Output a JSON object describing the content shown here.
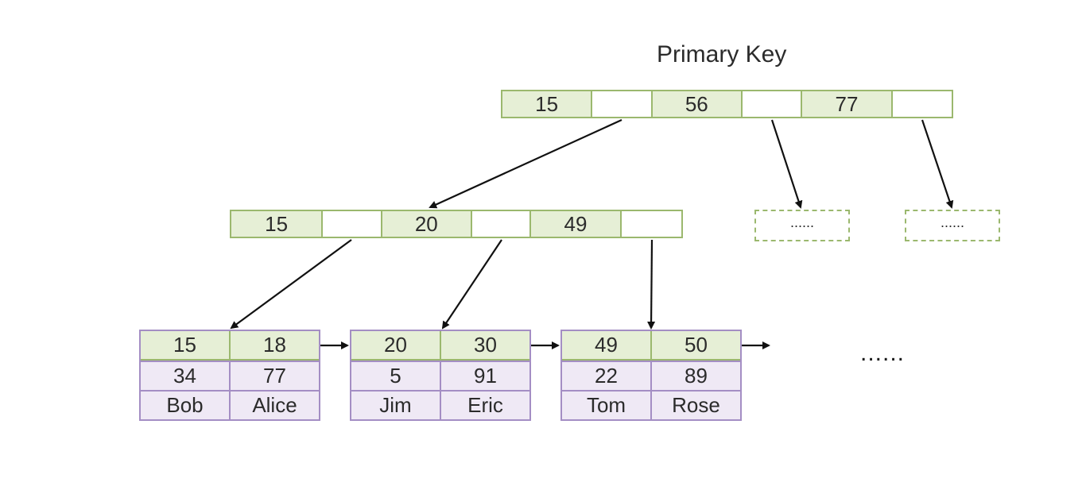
{
  "title": "Primary Key",
  "root": {
    "keys": [
      "15",
      "56",
      "77"
    ]
  },
  "internal": {
    "keys": [
      "15",
      "20",
      "49"
    ]
  },
  "placeholders": [
    "......",
    "......"
  ],
  "leaves": [
    {
      "keys": [
        "15",
        "18"
      ],
      "values": [
        "34",
        "77"
      ],
      "names": [
        "Bob",
        "Alice"
      ]
    },
    {
      "keys": [
        "20",
        "30"
      ],
      "values": [
        "5",
        "91"
      ],
      "names": [
        "Jim",
        "Eric"
      ]
    },
    {
      "keys": [
        "49",
        "50"
      ],
      "values": [
        "22",
        "89"
      ],
      "names": [
        "Tom",
        "Rose"
      ]
    }
  ],
  "more": "......",
  "colors": {
    "key_fill": "#e6efd6",
    "key_border": "#9bb86e",
    "data_fill": "#efe9f5",
    "data_border": "#a48ec4",
    "arrow": "#111111"
  }
}
